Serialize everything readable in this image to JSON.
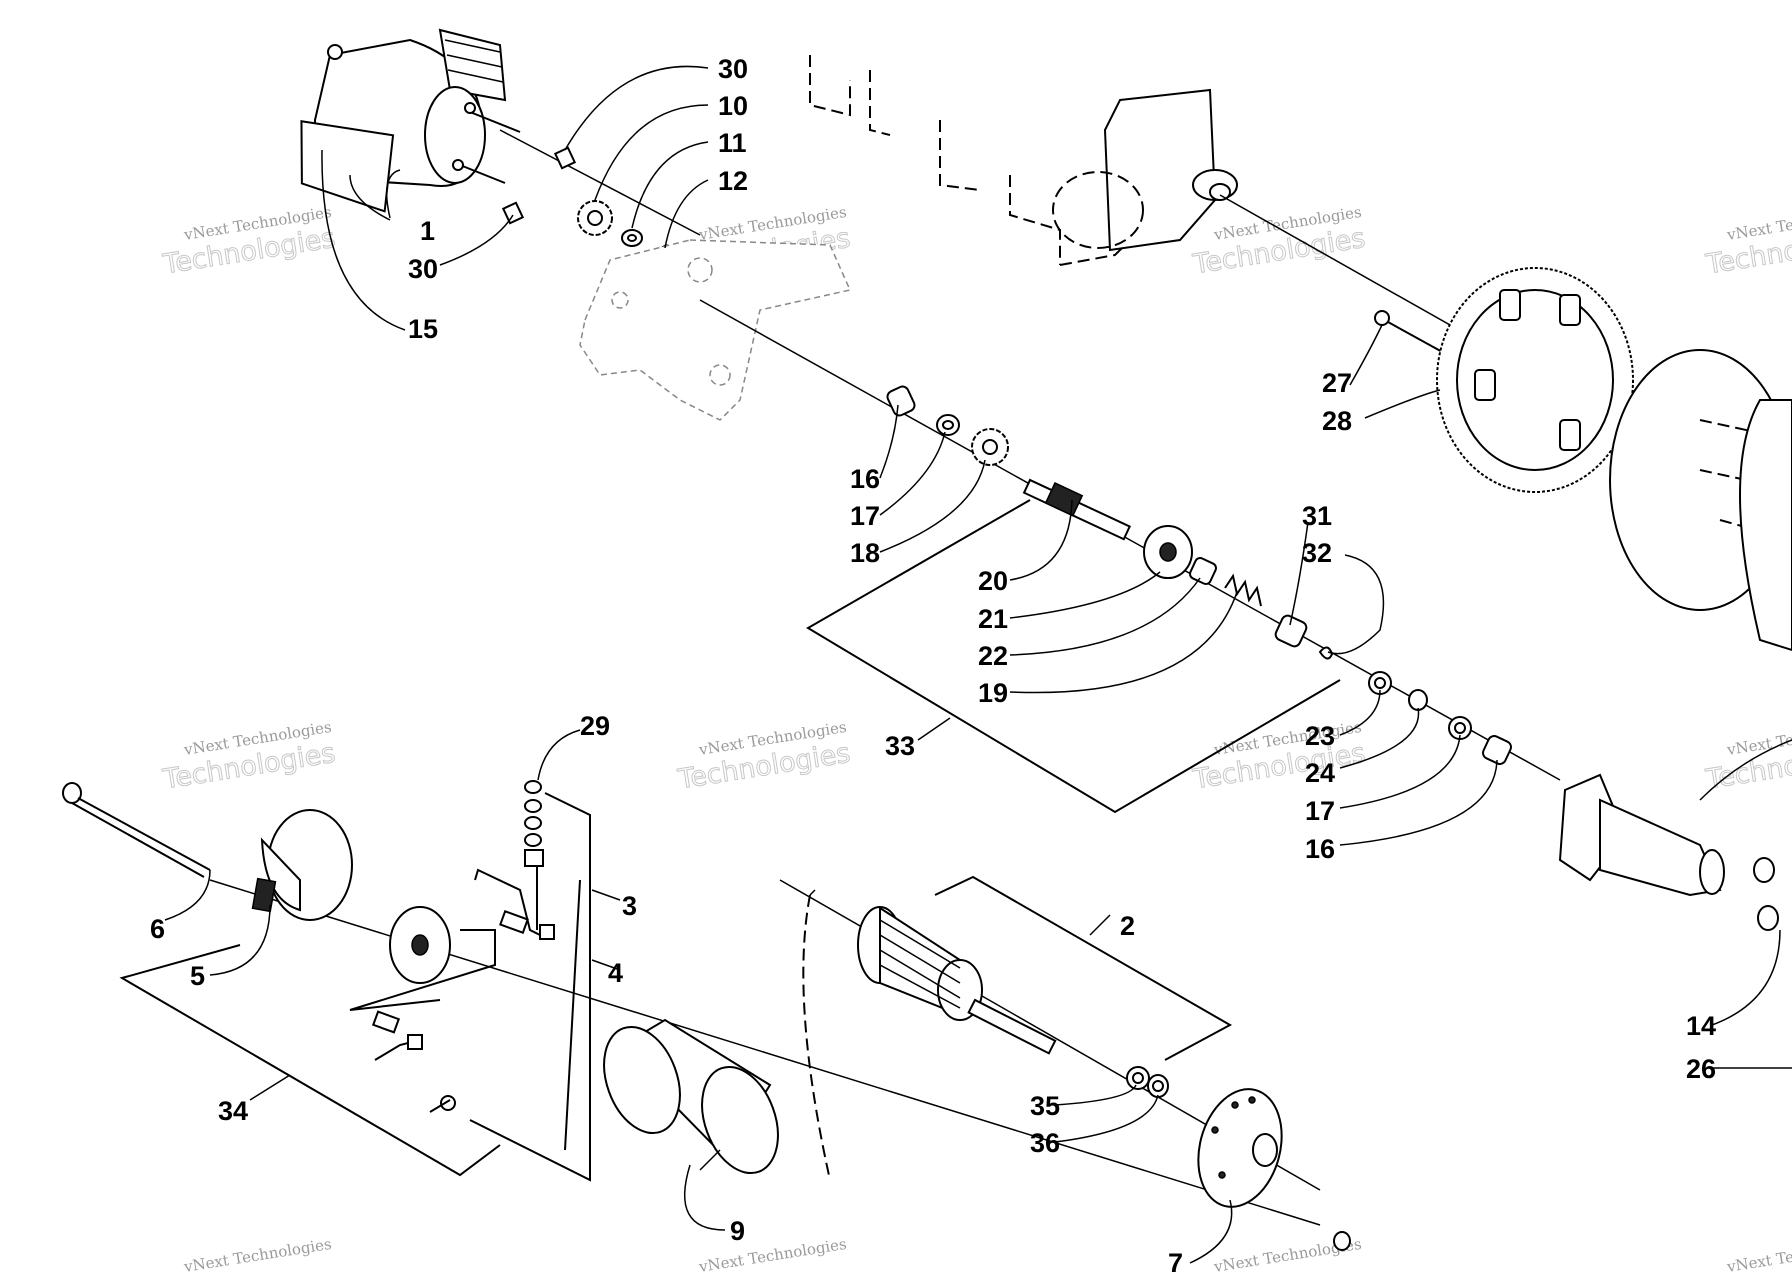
{
  "watermark": {
    "line1": "vNext Technologies",
    "line2": "Technologies"
  },
  "callouts": [
    {
      "id": "c30a",
      "text": "30"
    },
    {
      "id": "c10",
      "text": "10"
    },
    {
      "id": "c11",
      "text": "11"
    },
    {
      "id": "c12",
      "text": "12"
    },
    {
      "id": "c1",
      "text": "1"
    },
    {
      "id": "c30b",
      "text": "30"
    },
    {
      "id": "c15",
      "text": "15"
    },
    {
      "id": "c27",
      "text": "27"
    },
    {
      "id": "c28",
      "text": "28"
    },
    {
      "id": "c16a",
      "text": "16"
    },
    {
      "id": "c17a",
      "text": "17"
    },
    {
      "id": "c18",
      "text": "18"
    },
    {
      "id": "c31",
      "text": "31"
    },
    {
      "id": "c32",
      "text": "32"
    },
    {
      "id": "c20",
      "text": "20"
    },
    {
      "id": "c21",
      "text": "21"
    },
    {
      "id": "c22",
      "text": "22"
    },
    {
      "id": "c19",
      "text": "19"
    },
    {
      "id": "c33",
      "text": "33"
    },
    {
      "id": "c23",
      "text": "23"
    },
    {
      "id": "c24",
      "text": "24"
    },
    {
      "id": "c17b",
      "text": "17"
    },
    {
      "id": "c16b",
      "text": "16"
    },
    {
      "id": "c29",
      "text": "29"
    },
    {
      "id": "c3",
      "text": "3"
    },
    {
      "id": "c4",
      "text": "4"
    },
    {
      "id": "c6",
      "text": "6"
    },
    {
      "id": "c5",
      "text": "5"
    },
    {
      "id": "c2",
      "text": "2"
    },
    {
      "id": "c34",
      "text": "34"
    },
    {
      "id": "c35",
      "text": "35"
    },
    {
      "id": "c36",
      "text": "36"
    },
    {
      "id": "c9",
      "text": "9"
    },
    {
      "id": "c7",
      "text": "7"
    },
    {
      "id": "c14",
      "text": "14"
    },
    {
      "id": "c26",
      "text": "26"
    }
  ]
}
